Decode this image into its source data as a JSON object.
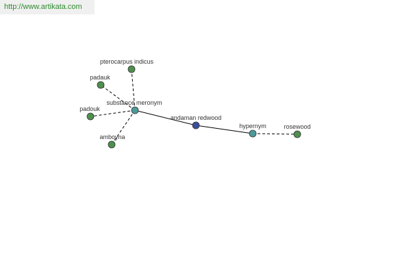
{
  "watermark": {
    "url": "http://www.artikata.com"
  },
  "colors": {
    "leaf": "#4f8f4f",
    "relation": "#4e9a9a",
    "center": "#3a4f9a",
    "edge": "#000000",
    "url_text": "#2e8b2e"
  },
  "graph": {
    "nodes": [
      {
        "id": "andaman-redwood",
        "label": "andaman redwood",
        "kind": "center"
      },
      {
        "id": "substance-meronym",
        "label": "substance meronym",
        "kind": "relation"
      },
      {
        "id": "hypernym",
        "label": "hypernym",
        "kind": "relation"
      },
      {
        "id": "pterocarpus-indicus",
        "label": "pterocarpus indicus",
        "kind": "leaf"
      },
      {
        "id": "padauk",
        "label": "padauk",
        "kind": "leaf"
      },
      {
        "id": "padouk",
        "label": "padouk",
        "kind": "leaf"
      },
      {
        "id": "amboyna",
        "label": "amboyna",
        "kind": "leaf"
      },
      {
        "id": "rosewood",
        "label": "rosewood",
        "kind": "leaf"
      }
    ],
    "edges": [
      {
        "from": "andaman-redwood",
        "to": "substance-meronym",
        "style": "solid"
      },
      {
        "from": "andaman-redwood",
        "to": "hypernym",
        "style": "solid"
      },
      {
        "from": "substance-meronym",
        "to": "pterocarpus-indicus",
        "style": "dashed"
      },
      {
        "from": "substance-meronym",
        "to": "padauk",
        "style": "dashed"
      },
      {
        "from": "substance-meronym",
        "to": "padouk",
        "style": "dashed"
      },
      {
        "from": "substance-meronym",
        "to": "amboyna",
        "style": "dashed"
      },
      {
        "from": "hypernym",
        "to": "rosewood",
        "style": "dashed"
      }
    ]
  }
}
